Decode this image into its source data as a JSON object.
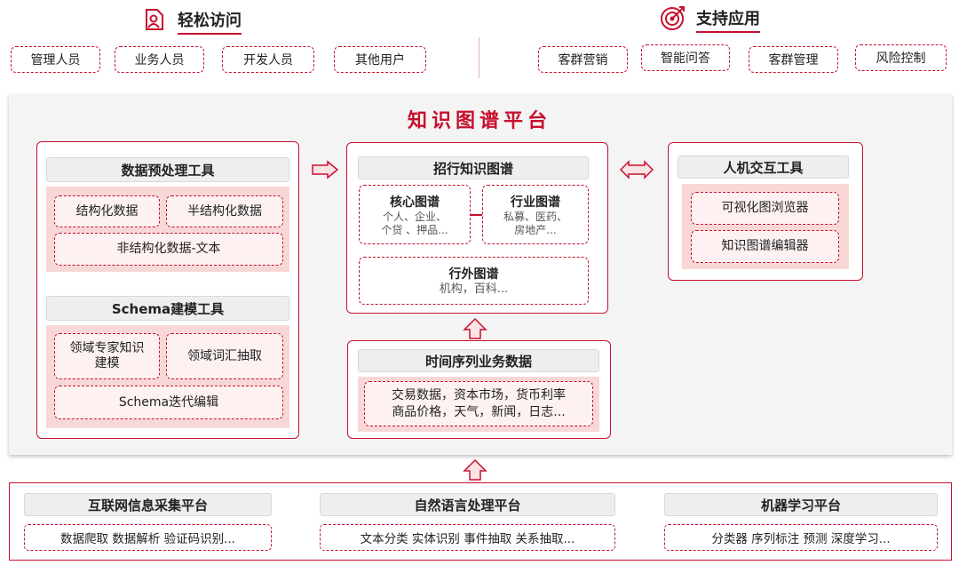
{
  "header": {
    "left": {
      "title": "轻松访问",
      "icon": "user-document-icon",
      "items": [
        "管理人员",
        "业务人员",
        "开发人员",
        "其他用户"
      ]
    },
    "right": {
      "title": "支持应用",
      "icon": "target-icon",
      "items": [
        "客群营销",
        "智能问答",
        "客群管理",
        "风险控制"
      ]
    }
  },
  "platform": {
    "title": "知识图谱平台",
    "preprocess": {
      "title": "数据预处理工具",
      "items": [
        "结构化数据",
        "半结构化数据",
        "非结构化数据-文本"
      ]
    },
    "schema": {
      "title": "Schema建模工具",
      "items": [
        "领域专家知识建模",
        "领域词汇抽取",
        "Schema迭代编辑"
      ]
    },
    "kg": {
      "title": "招行知识图谱",
      "core": {
        "title": "核心图谱",
        "line1": "个人、企业、",
        "line2": "个贷 、押品..."
      },
      "industry": {
        "title": "行业图谱",
        "line1": "私募、医药、",
        "line2": "房地产..."
      },
      "external": {
        "title": "行外图谱",
        "line1": "机构，百科..."
      }
    },
    "timeseries": {
      "title": "时间序列业务数据",
      "line1": "交易数据，资本市场，货币利率",
      "line2": "商品价格，天气，新闻，日志..."
    },
    "hci": {
      "title": "人机交互工具",
      "items": [
        "可视化图浏览器",
        "知识图谱编辑器"
      ]
    }
  },
  "bottom": [
    {
      "title": "互联网信息采集平台",
      "detail": "数据爬取 数据解析 验证码识别..."
    },
    {
      "title": "自然语言处理平台",
      "detail": "文本分类 实体识别 事件抽取 关系抽取..."
    },
    {
      "title": "机器学习平台",
      "detail": "分类器 序列标注 预测 深度学习..."
    }
  ],
  "colors": {
    "accent": "#c8102e",
    "pink": "#f8d7d7",
    "gray": "#eeeeee"
  }
}
